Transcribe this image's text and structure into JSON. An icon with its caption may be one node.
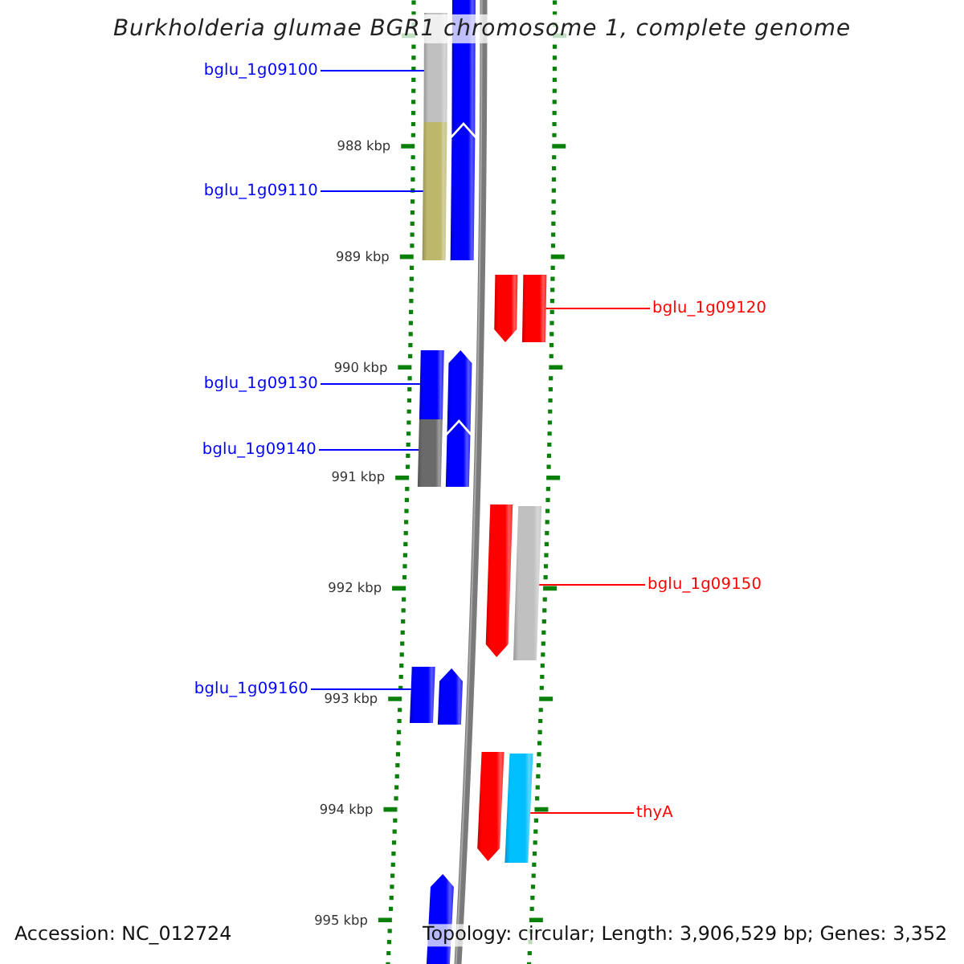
{
  "diagram": {
    "title": "Burkholderia glumae BGR1 chromosome 1, complete genome",
    "nodes": [
      {
        "text": [
          "bglu_1g09100"
        ]
      },
      {
        "text": [],
        "shape": "bar"
      },
      {
        "text": [],
        "shape": "bar"
      },
      {
        "text": [
          "bglu_1g09110"
        ]
      },
      {
        "text": [],
        "shape": "bar"
      },
      {
        "text": [],
        "shape": "arrow"
      },
      {
        "text": [],
        "shape": "arrow"
      },
      {
        "text": [],
        "shape": "bar"
      },
      {
        "text": [
          "bglu_1g09120"
        ]
      },
      {
        "text": [
          "bglu_1g09130"
        ]
      },
      {
        "text": [],
        "shape": "bar"
      },
      {
        "text": [],
        "shape": "arrow"
      },
      {
        "text": [
          "bglu_1g09140"
        ]
      },
      {
        "text": [],
        "shape": "bar"
      },
      {
        "text": [],
        "shape": "arrow"
      },
      {
        "text": [],
        "shape": "arrow"
      },
      {
        "text": [],
        "shape": "bar"
      },
      {
        "text": [
          "bglu_1g09150"
        ]
      },
      {
        "text": [
          "bglu_1g09160"
        ]
      },
      {
        "text": [],
        "shape": "bar"
      },
      {
        "text": [],
        "shape": "arrow"
      },
      {
        "text": [],
        "shape": "arrow"
      },
      {
        "text": [],
        "shape": "bar"
      },
      {
        "text": [
          "thyA"
        ]
      },
      {
        "text": [],
        "shape": "arrow"
      }
    ],
    "edges": [
      {
        "from": 0,
        "to": 1,
        "arrow": "none"
      },
      {
        "from": 3,
        "to": 4,
        "arrow": "none"
      },
      {
        "from": 8,
        "to": 7,
        "arrow": "none",
        "color": "#ff0000"
      },
      {
        "from": 9,
        "to": 10,
        "arrow": "none"
      },
      {
        "from": 12,
        "to": 13,
        "arrow": "none"
      },
      {
        "from": 17,
        "to": 16,
        "arrow": "none",
        "color": "#ff0000"
      },
      {
        "from": 18,
        "to": 19,
        "arrow": "none"
      },
      {
        "from": 23,
        "to": 22,
        "arrow": "none",
        "color": "#ff0000"
      }
    ],
    "labels": [
      "988 kbp",
      "989 kbp",
      "990 kbp",
      "991 kbp",
      "992 kbp",
      "993 kbp",
      "994 kbp",
      "995 kbp",
      "Accession: NC_012724",
      "Topology: circular; Length: 3,906,529 bp; Genes: 3,352"
    ]
  }
}
